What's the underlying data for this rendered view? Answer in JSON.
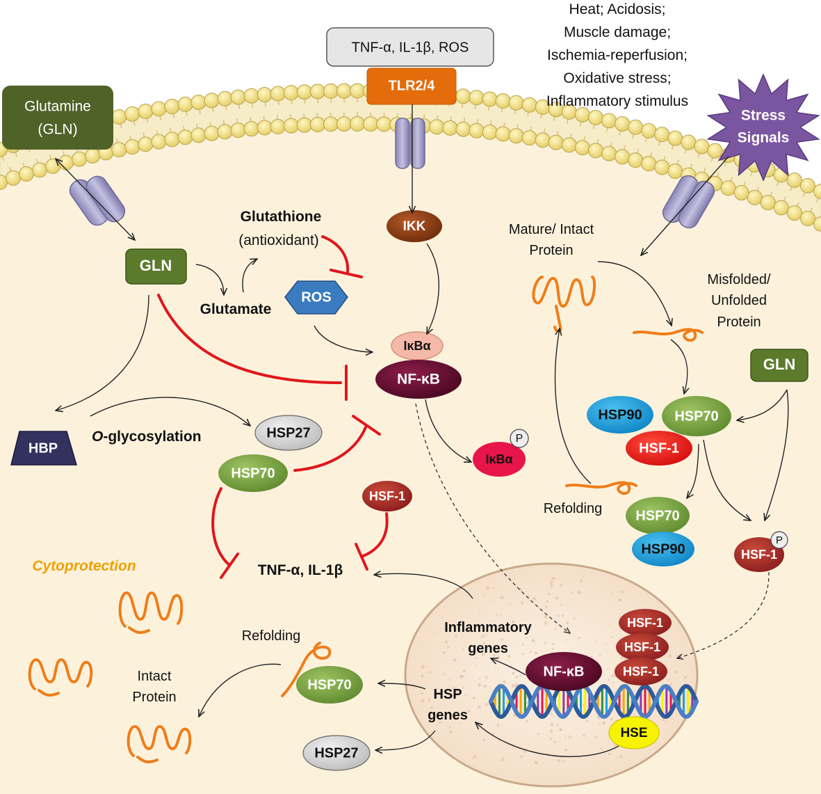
{
  "labels": {
    "stimuli_box": "TNF-α, IL-1β, ROS",
    "tlr": "TLR2/4",
    "stress_list": [
      "Heat; Acidosis;",
      "Muscle damage;",
      "Ischemia-reperfusion;",
      "Oxidative stress;",
      "Inflammatory stimulus"
    ],
    "stress_signals": [
      "Stress",
      "Signals"
    ],
    "glutamine_box": [
      "Glutamine",
      "(GLN)"
    ],
    "gln": "GLN",
    "glutathione": "Glutathione",
    "antioxidant": "(antioxidant)",
    "glutamate": "Glutamate",
    "ros": "ROS",
    "ikk": "IKK",
    "ikba": "IκBα",
    "nfkb": "NF-κB",
    "phospho": "P",
    "mature_protein": [
      "Mature/ Intact",
      "Protein"
    ],
    "misfolded_protein": [
      "Misfolded/",
      "Unfolded",
      "Protein"
    ],
    "gln_right": "GLN",
    "hsp90": "HSP90",
    "hsp70": "HSP70",
    "hsf1": "HSF-1",
    "hsp27": "HSP27",
    "hbp": "HBP",
    "o_glyco_italic": "O",
    "o_glyco_rest": "-glycosylation",
    "refolding": "Refolding",
    "cytoprotection": "Cytoprotection",
    "cytokines": "TNF-α,  IL-1β",
    "intact_protein": [
      "Intact",
      "Protein"
    ],
    "inflammatory_genes": [
      "Inflammatory",
      "genes"
    ],
    "hsp_genes": [
      "HSP",
      "genes"
    ],
    "hse": "HSE"
  },
  "colors": {
    "membrane_head": "#f3e39a",
    "cytoplasm": "#fcf2dc",
    "nucleus": "#f8e7d4",
    "gln_green": "#4f6228",
    "tlr_orange": "#e46c0a",
    "ikk_brown": "#8a3c12",
    "nfkb_maroon": "#5a0a2c",
    "ikba_pink": "#f4b9a8",
    "ikba_p_red": "#e8154a",
    "hsp70_green": "#7fa94a",
    "hsp90_blue": "#1fa0de",
    "hsf1_red": "#e02020",
    "hsf1_dark": "#a02a2a",
    "hsp27_gray": "#d9d9d9",
    "hbp_navy": "#33315e",
    "ros_blue": "#3b7bc0",
    "stress_purple": "#7a55a0",
    "hse_yellow": "#f7f300",
    "inhibition_red": "#e0161c",
    "protein_orange": "#ef7d1a",
    "cytoprotection_orange": "#f0a000"
  },
  "icons": [
    "phosphate-icon",
    "dna-icon",
    "protein-icon",
    "channel-icon"
  ]
}
